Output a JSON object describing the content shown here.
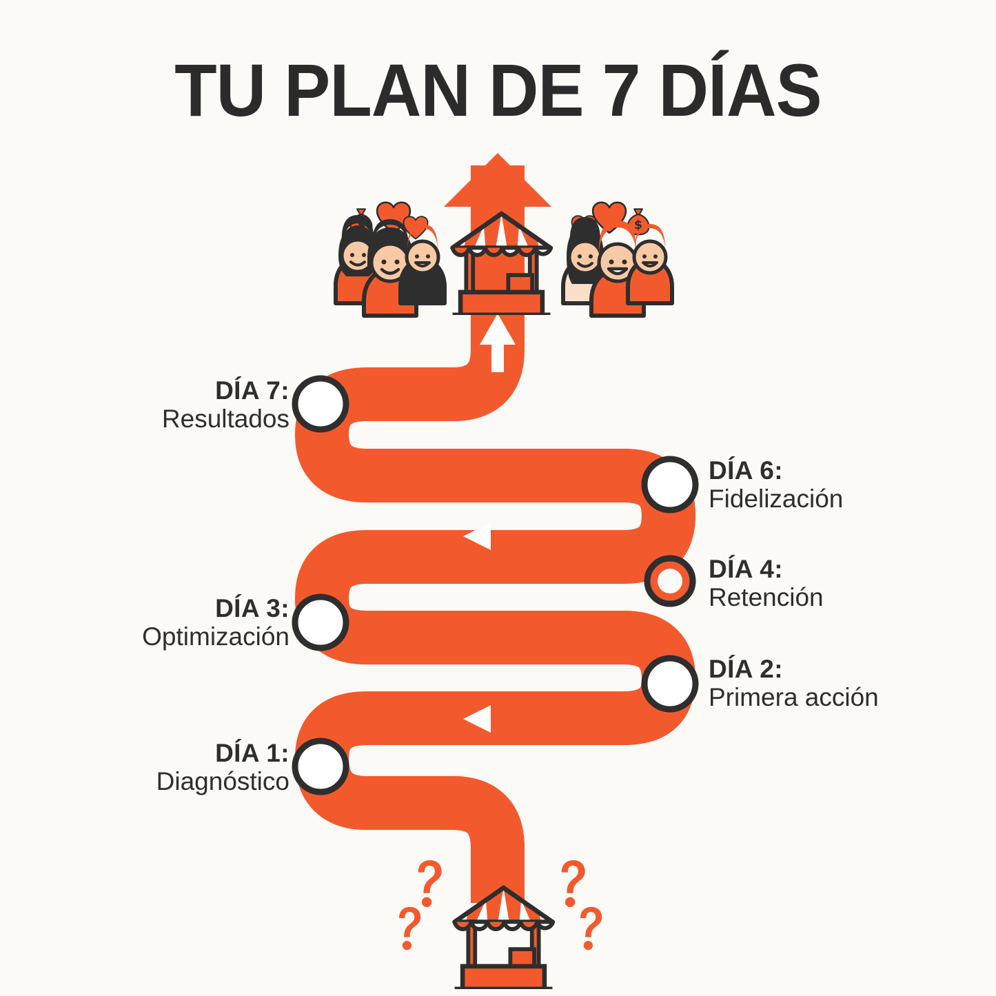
{
  "title": "TU PLAN DE 7 DÍAS",
  "colors": {
    "background": "#FBFAF7",
    "road": "#F25A2E",
    "road_dash": "#FFFFFF",
    "ink": "#2E2E2E",
    "skin": "#F7C9A4",
    "skin_light": "#FAE0CB",
    "hair_dark": "#2E2E2E",
    "hair_orange": "#F25A2E"
  },
  "milestones": [
    {
      "id": "dia1",
      "day": "DÍA 1:",
      "name": "Diagnóstico",
      "side": "left"
    },
    {
      "id": "dia2",
      "day": "DÍA 2:",
      "name": "Primera acción",
      "side": "right"
    },
    {
      "id": "dia3",
      "day": "DÍA 3:",
      "name": "Optimización",
      "side": "left"
    },
    {
      "id": "dia4",
      "day": "DÍA 4:",
      "name": "Retención",
      "side": "right"
    },
    {
      "id": "dia6",
      "day": "DÍA 6:",
      "name": "Fidelización",
      "side": "right"
    },
    {
      "id": "dia7",
      "day": "DÍA 7:",
      "name": "Resultados",
      "side": "left"
    }
  ],
  "illustrations": {
    "start": {
      "name": "market-stall-with-questions",
      "question_marks": 4,
      "stall": "market-stall"
    },
    "end": {
      "name": "market-stall-with-happy-customers",
      "stall": "market-stall",
      "groups": 2,
      "people_per_group": 3,
      "hearts": 4,
      "money_bags": 2
    },
    "direction_arrow": "up-arrow"
  },
  "path": {
    "direction_markers": [
      "arrow-up",
      "arrow-left",
      "arrow-left"
    ],
    "style": "dashed-centerline-road"
  }
}
